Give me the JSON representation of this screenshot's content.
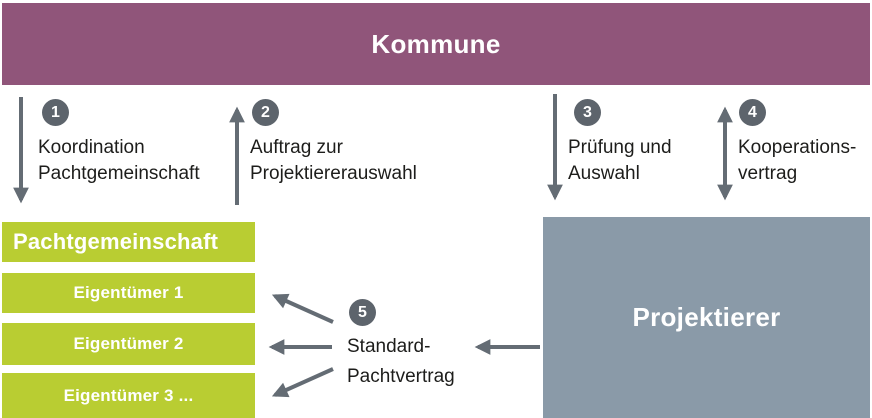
{
  "diagram": {
    "kommune": {
      "label": "Kommune"
    },
    "pachtgemeinschaft": {
      "header": "Pachtgemeinschaft",
      "members": [
        "Eigentümer 1",
        "Eigentümer 2",
        "Eigentümer 3 ..."
      ]
    },
    "projektierer": {
      "label": "Projektierer"
    },
    "steps": [
      {
        "number": "1",
        "line1": "Koordination",
        "line2": "Pachtgemeinschaft",
        "arrow_direction": "down"
      },
      {
        "number": "2",
        "line1": "Auftrag zur",
        "line2": "Projektiererauswahl",
        "arrow_direction": "up"
      },
      {
        "number": "3",
        "line1": "Prüfung und",
        "line2": "Auswahl",
        "arrow_direction": "down"
      },
      {
        "number": "4",
        "line1": "Kooperations-",
        "line2": "vertrag",
        "arrow_direction": "both"
      },
      {
        "number": "5",
        "line1": "Standard-",
        "line2": "Pachtvertrag",
        "arrow_direction": "fan-left-and-from-projektierer"
      }
    ],
    "colors": {
      "kommune": "#90557a",
      "pachtgemeinschaft": "#b9cd32",
      "projektierer": "#8a9aa8",
      "badge": "#5d646c",
      "arrow": "#646c74",
      "text": "#1d1d1b"
    }
  }
}
